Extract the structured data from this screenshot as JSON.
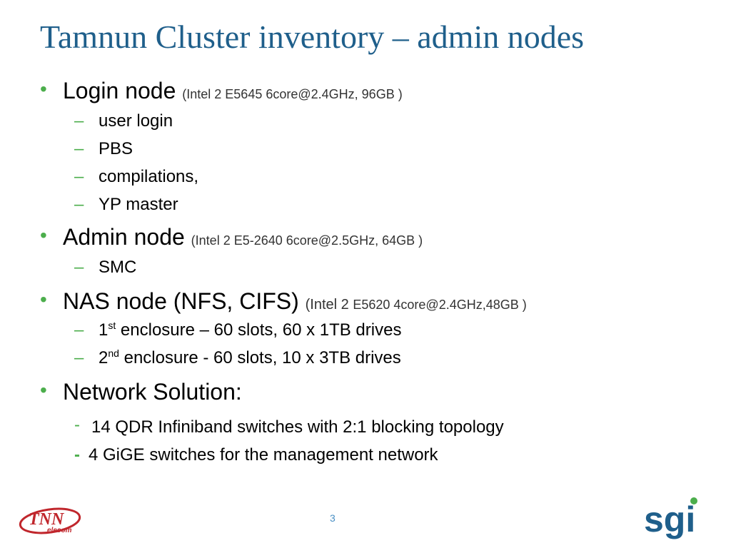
{
  "slide": {
    "title": "Tamnun Cluster inventory – admin nodes",
    "page_number": "3",
    "colors": {
      "title": "#1f5f8b",
      "bullet": "#4cae4c",
      "page_number": "#4a90c4",
      "sgi_logo": "#1f5f8b",
      "tnn_logo": "#c0262c"
    },
    "logos": {
      "left": {
        "text": "TNN Telecom",
        "icon": "tnn-telecom-logo"
      },
      "right": {
        "text": "sgi",
        "icon": "sgi-logo"
      }
    }
  },
  "items": {
    "login": {
      "bullet": "•",
      "heading": "Login node",
      "spec": "(Intel 2 E5645 6core@2.4GHz, 96GB )",
      "subs": {
        "s0": {
          "dash": "–",
          "text": "user login"
        },
        "s1": {
          "dash": "–",
          "text": "PBS"
        },
        "s2": {
          "dash": "–",
          "text": "compilations,"
        },
        "s3": {
          "dash": "–",
          "text": "YP master"
        }
      }
    },
    "admin": {
      "bullet": "•",
      "heading": "Admin node",
      "spec": "(Intel 2 E5-2640 6core@2.5GHz, 64GB )",
      "subs": {
        "s0": {
          "dash": "–",
          "text": "SMC"
        }
      }
    },
    "nas": {
      "bullet": "•",
      "heading": "NAS node (NFS, CIFS)",
      "spec_a": "(Intel 2",
      "spec_b": "E5620 4core@2.4GHz,48GB )",
      "subs": {
        "s0": {
          "dash": "–",
          "num": "1",
          "sup": "st",
          "text": "enclosure – 60 slots, 60 x 1TB drives"
        },
        "s1": {
          "dash": "–",
          "num": "2",
          "sup": "nd",
          "text": "enclosure - 60 slots, 10 x 3TB drives"
        }
      }
    },
    "network": {
      "bullet": "•",
      "heading": "Network Solution:",
      "subs": {
        "s0": {
          "dash": "-",
          "text": "14 QDR  Infiniband switches with 2:1 blocking topology"
        },
        "s1": {
          "dash": "-",
          "text": "4 GiGE switches for the management network"
        }
      }
    }
  }
}
